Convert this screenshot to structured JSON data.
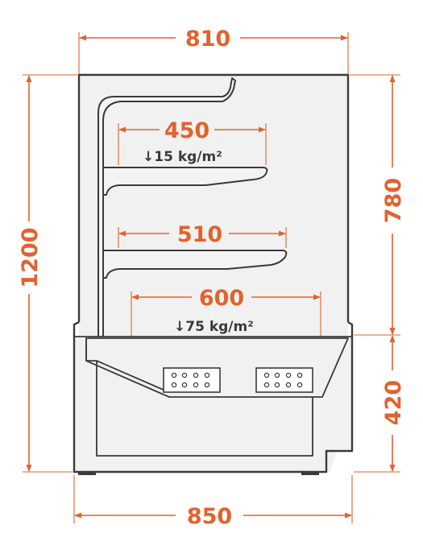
{
  "dimensions": {
    "top_width": "810",
    "shelf_1_depth": "450",
    "shelf_2_depth": "510",
    "base_depth": "600",
    "bottom_width": "850",
    "total_height": "1200",
    "upper_height": "780",
    "lower_height": "420"
  },
  "loads": {
    "shelf_load": "↓15 kg/m²",
    "base_load": "↓75 kg/m²"
  },
  "colors": {
    "dimension": "#e2622d",
    "outline": "#3a3a3a",
    "fill": "#f1f1f1"
  }
}
